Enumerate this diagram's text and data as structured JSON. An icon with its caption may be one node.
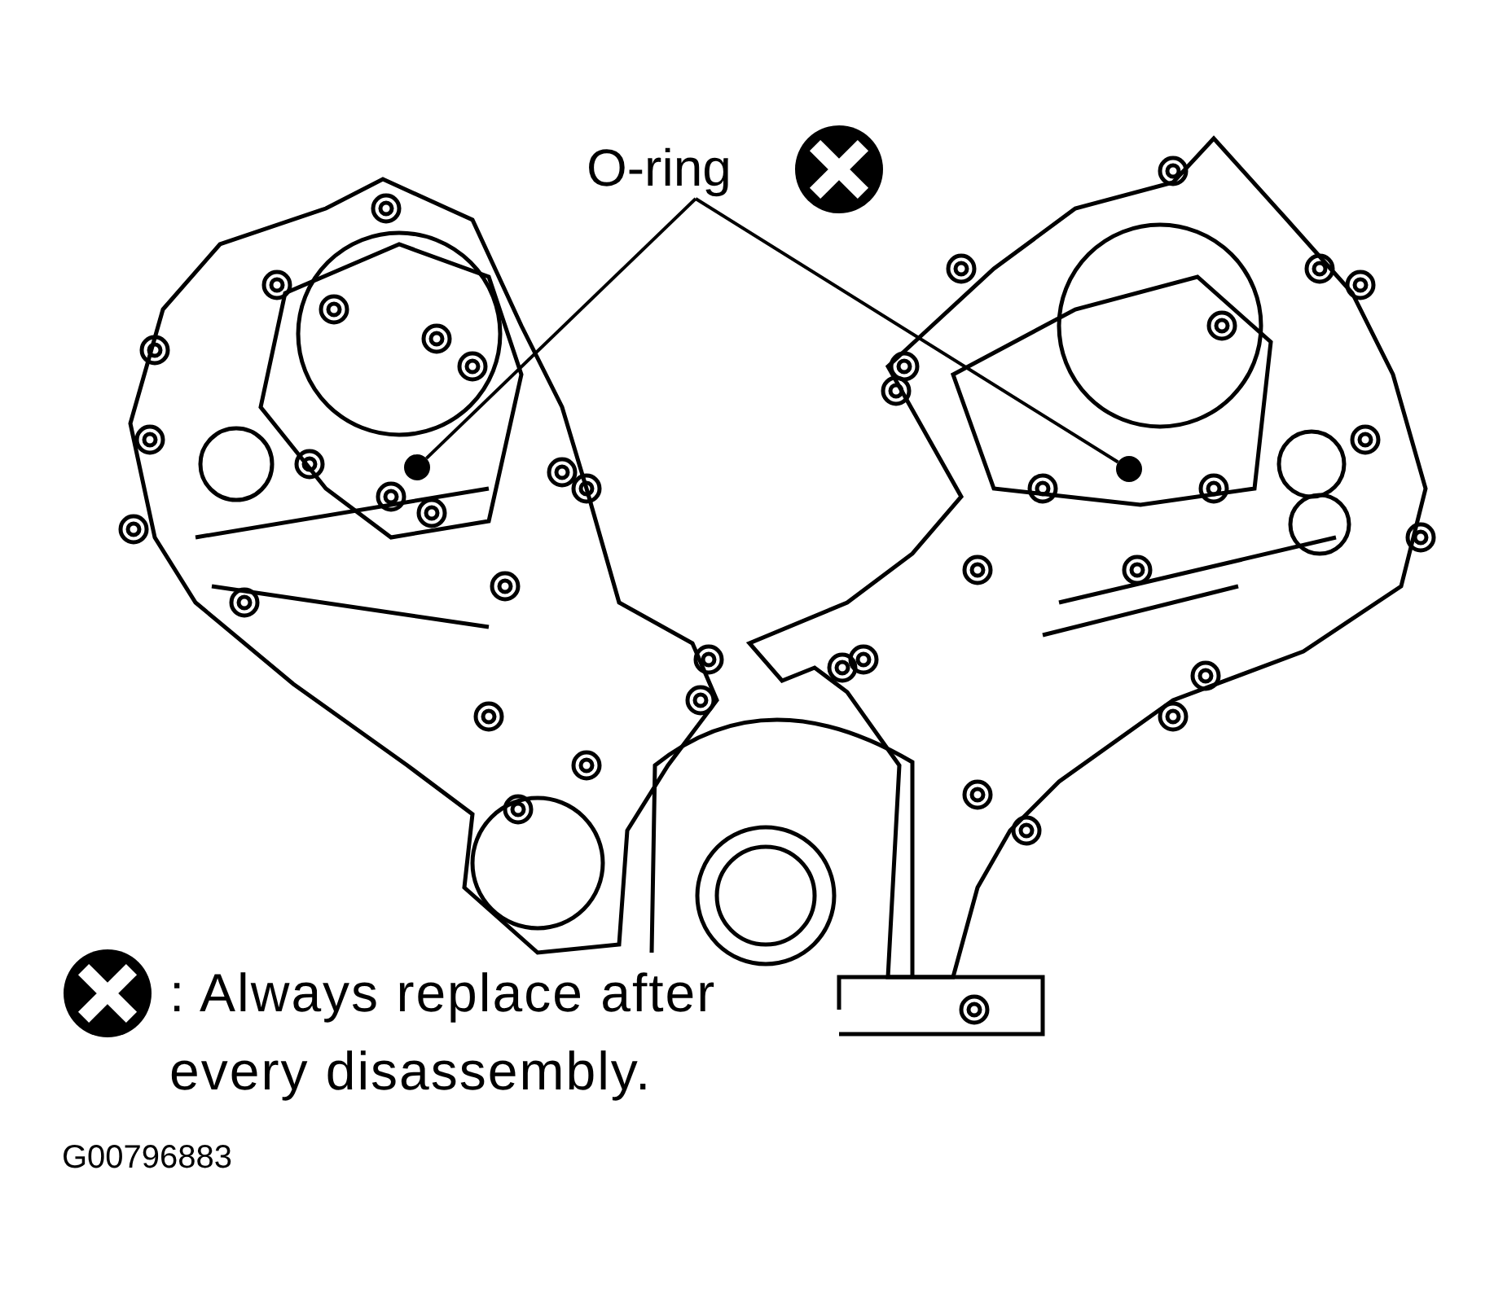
{
  "diagram": {
    "nodes": [
      {
        "text": [
          "O-ring"
        ]
      },
      {
        "text": [],
        "shape": "circle"
      },
      {
        "text": [],
        "shape": "circle"
      }
    ],
    "edges": [
      {
        "from": 0,
        "to": 1,
        "arrow": "none"
      },
      {
        "from": 0,
        "to": 2,
        "arrow": "none"
      }
    ],
    "labels": [
      "G00796883"
    ],
    "legend": [
      {
        "text": ": Always replace after every disassembly."
      }
    ]
  }
}
